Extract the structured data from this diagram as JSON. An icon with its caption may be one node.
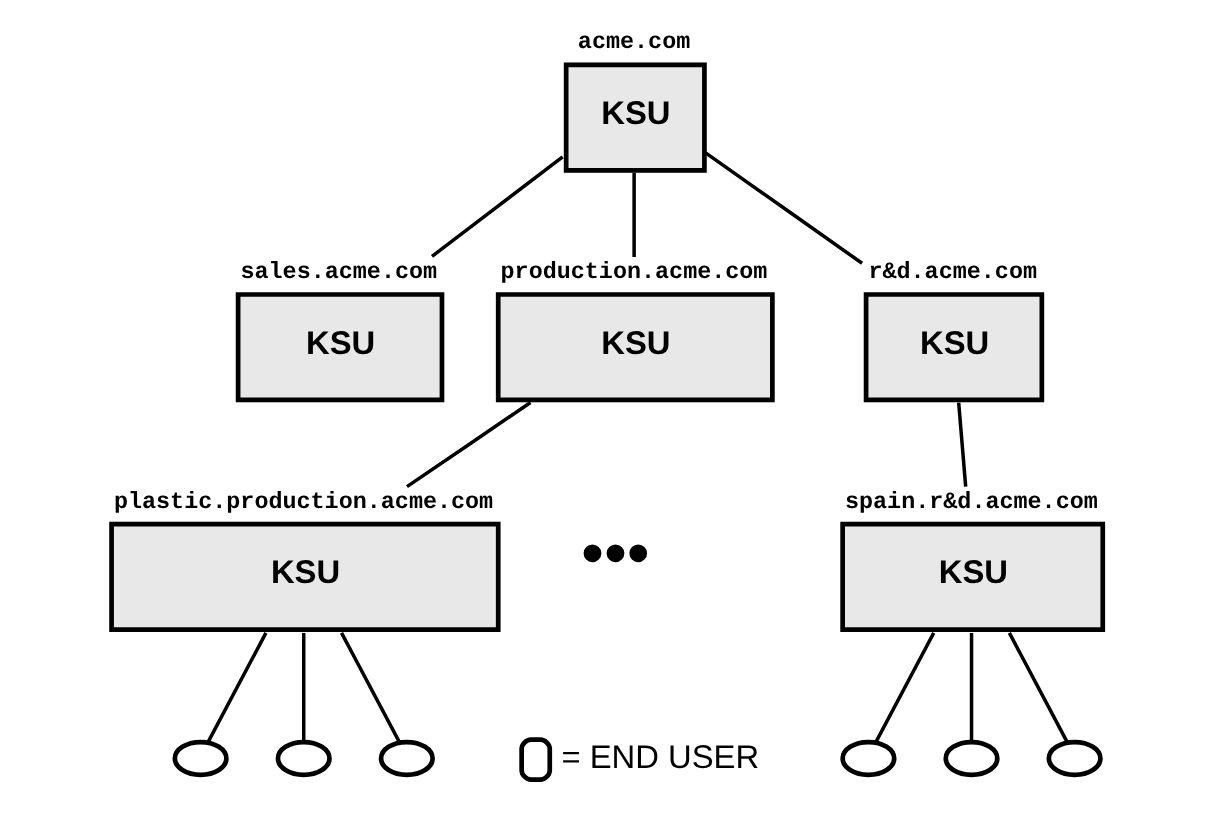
{
  "diagram": {
    "nodes": [
      {
        "text": [
          "acme.com",
          "KSU"
        ]
      },
      {
        "text": [
          "sales.acme.com",
          "KSU"
        ]
      },
      {
        "text": [
          "production.acme.com",
          "KSU"
        ]
      },
      {
        "text": [
          "r&d.acme.com",
          "KSU"
        ]
      },
      {
        "text": [
          "plastic.production.acme.com",
          "KSU"
        ]
      },
      {
        "text": [
          "spain.r&d.acme.com",
          "KSU"
        ]
      },
      {
        "text": [],
        "shape": "circle"
      },
      {
        "text": [],
        "shape": "circle"
      },
      {
        "text": [],
        "shape": "circle"
      },
      {
        "text": [],
        "shape": "circle"
      },
      {
        "text": [],
        "shape": "circle"
      },
      {
        "text": [],
        "shape": "circle"
      }
    ],
    "edges": [
      {
        "from": 0,
        "to": 1,
        "arrow": "none"
      },
      {
        "from": 0,
        "to": 2,
        "arrow": "none"
      },
      {
        "from": 0,
        "to": 3,
        "arrow": "none"
      },
      {
        "from": 2,
        "to": 4,
        "arrow": "none"
      },
      {
        "from": 3,
        "to": 5,
        "arrow": "none"
      },
      {
        "from": 4,
        "to": 6,
        "arrow": "none"
      },
      {
        "from": 4,
        "to": 7,
        "arrow": "none"
      },
      {
        "from": 4,
        "to": 8,
        "arrow": "none"
      },
      {
        "from": 5,
        "to": 9,
        "arrow": "none"
      },
      {
        "from": 5,
        "to": 10,
        "arrow": "none"
      },
      {
        "from": 5,
        "to": 11,
        "arrow": "none"
      }
    ],
    "labels": [
      "•••"
    ],
    "legend": [
      {
        "text": "= END USER"
      }
    ]
  }
}
